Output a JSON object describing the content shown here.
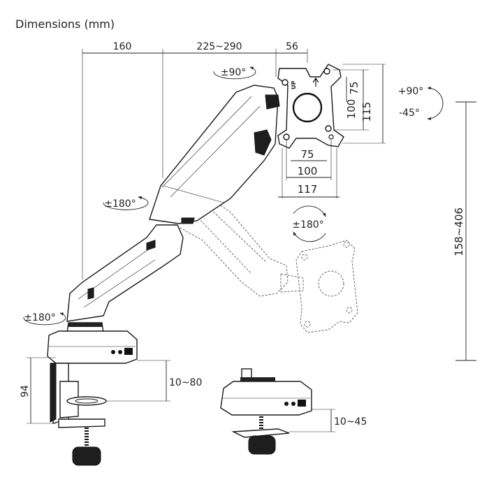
{
  "title": "Dimensions (mm)",
  "dimensions": {
    "arm_first": "160",
    "arm_second": "225~290",
    "plate_depth": "56",
    "height_range": "158~406",
    "clamp_height": "94",
    "clamp_desk": "10~80",
    "grommet_desk": "10~45",
    "vesa_small_h": "75",
    "vesa_large_h": "100",
    "plate_h": "115",
    "vesa_small_w": "75",
    "vesa_large_w": "100",
    "plate_w": "117"
  },
  "rotations": {
    "head_swivel": "±90°",
    "tilt_up": "+90°",
    "tilt_down": "-45°",
    "elbow": "±180°",
    "base": "±180°",
    "screen_rotate": "±180°"
  },
  "plate_marks": {
    "up_label": "UP"
  }
}
